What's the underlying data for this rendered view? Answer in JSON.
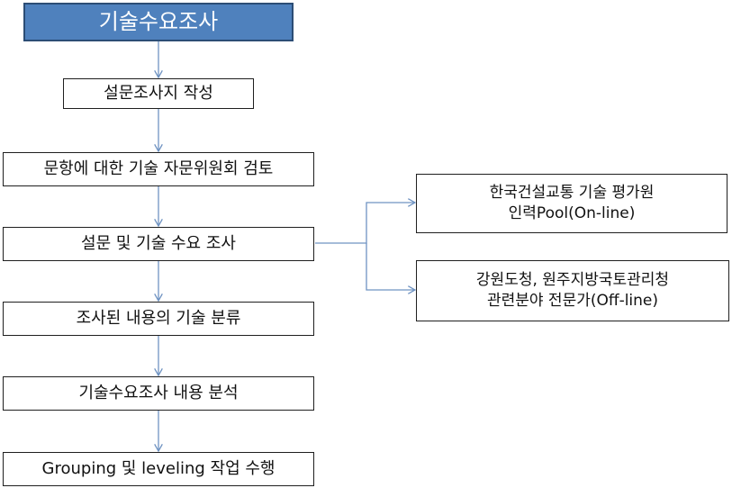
{
  "diagram": {
    "title": "기술수요조사",
    "steps": [
      "설문조사지 작성",
      "문항에 대한 기술 자문위원회 검토",
      "설문 및 기술 수요 조사",
      "조사된 내용의 기술 분류",
      "기술수요조사 내용 분석",
      "Grouping 및 leveling 작업 수행"
    ],
    "branches": [
      {
        "line1": "한국건설교통 기술 평가원",
        "line2": "인력Pool(On-line)"
      },
      {
        "line1": "강원도청, 원주지방국토관리청",
        "line2": "관련분야 전문가(Off-line)"
      }
    ],
    "colors": {
      "title_fill": "#4f81bd",
      "title_border": "#2c4d75",
      "connector": "#6f93c2",
      "box_border": "#1f1f1f"
    }
  }
}
